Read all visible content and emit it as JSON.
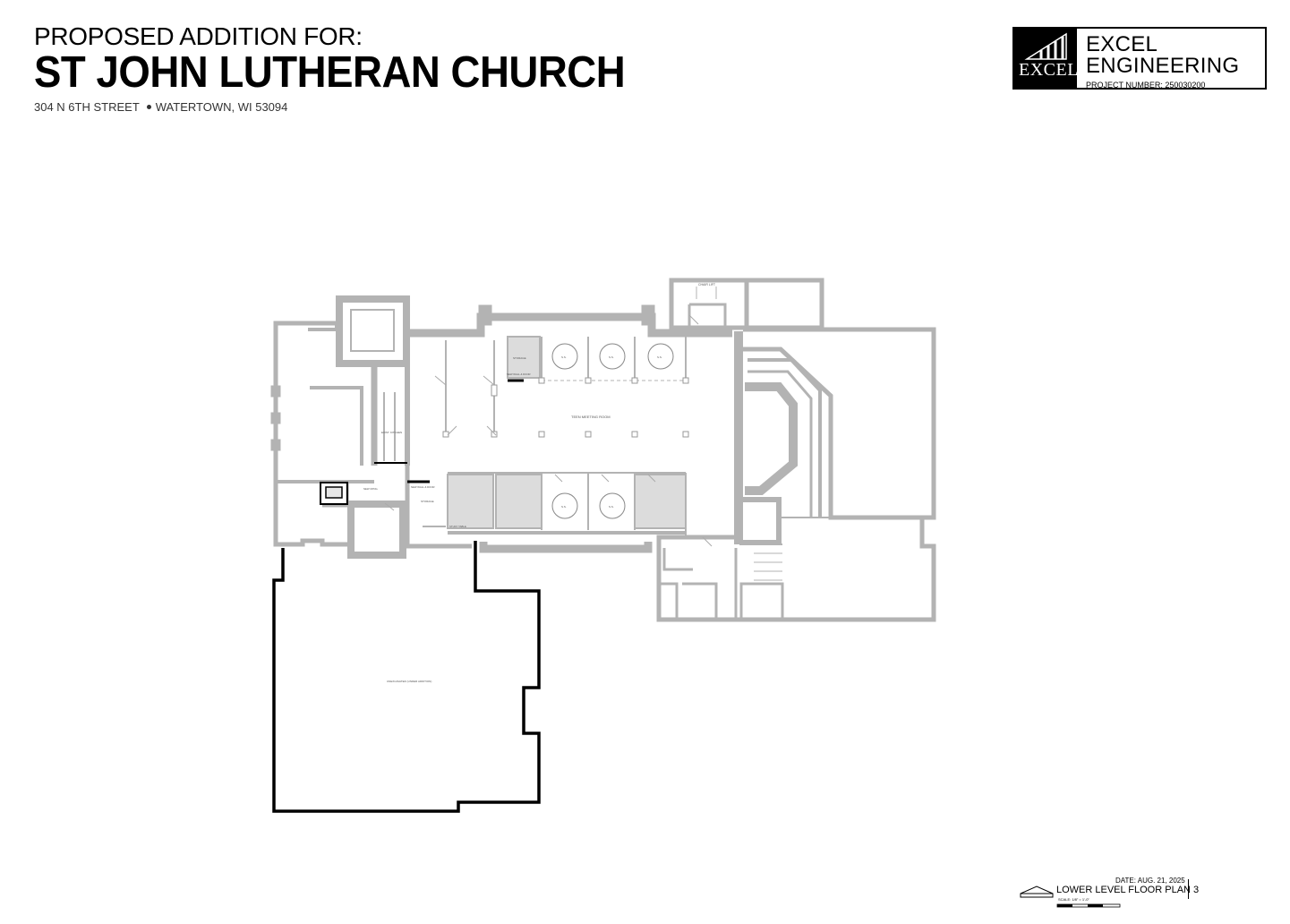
{
  "header": {
    "subtitle": "PROPOSED ADDITION FOR:",
    "title": "ST JOHN LUTHERAN CHURCH",
    "address_street": "304 N 6TH STREET",
    "address_city": "WATERTOWN, WI 53094"
  },
  "logo": {
    "mark_word": "EXCEL",
    "line1": "EXCEL",
    "line2": "ENGINEERING",
    "project_number": "PROJECT NUMBER: 250030200"
  },
  "plan_labels": {
    "chair_lift": "CHAIR LIFT",
    "teen_meeting_room": "TEEN MEETING ROOM",
    "storage_1": "STORAGE",
    "storage_2": "STORAGE",
    "exist_kitchen": "EXIST. KITCHEN",
    "new_wall_door_1": "NEW WALL & DOOR",
    "new_wall_door_2": "NEW WALL & DOOR",
    "new_opng": "NEW OPNG.",
    "study_table": "STUDY TABLE",
    "ss_1": "S.S.",
    "ss_2": "S.S.",
    "ss_3": "S.S.",
    "ss_4": "S.S.",
    "ss_5": "S.S.",
    "unexcavated": "UNEXCAVATED (UNDER ADDITION)"
  },
  "footer": {
    "date": "DATE: AUG. 21, 2025",
    "sheet_title": "LOWER LEVEL FLOOR PLAN",
    "sheet_number": "3",
    "scale": "SCALE: 1/8\" = 1'-0\""
  },
  "colors": {
    "existing_wall": "#b3b3b3",
    "storage_fill": "#dcdcdc",
    "new_wall": "#000000"
  }
}
